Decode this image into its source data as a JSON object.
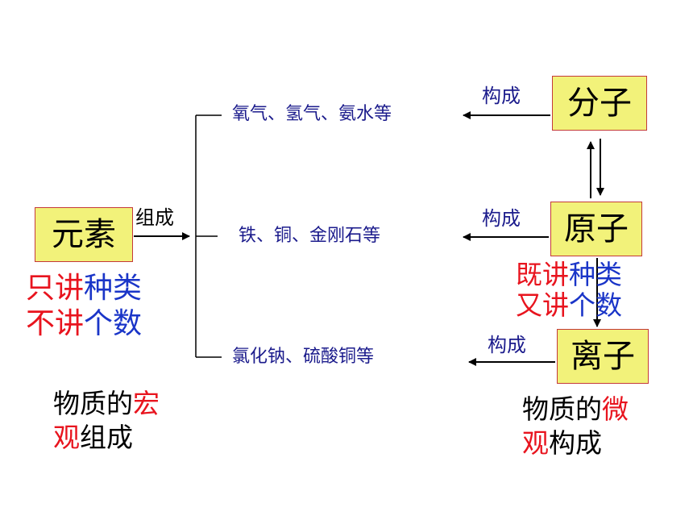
{
  "element_box": {
    "label": "元素"
  },
  "compose_arrow_label": "组成",
  "element_note": {
    "line1": {
      "a": "只讲",
      "b": "种类"
    },
    "line2": {
      "a": "不讲",
      "b": "个数"
    }
  },
  "macro_caption": {
    "line1_a": "物质的",
    "line1_b": "宏",
    "line2_a": "观",
    "line2_b": "组成"
  },
  "substances": [
    {
      "text": "氧气、氢气、氨水等"
    },
    {
      "text": "铁、铜、金刚石等"
    },
    {
      "text": "氯化钠、硫酸铜等"
    }
  ],
  "particles": [
    {
      "label": "分子",
      "arrow_label": "构成"
    },
    {
      "label": "原子",
      "arrow_label": "构成"
    },
    {
      "label": "离子",
      "arrow_label": "构成"
    }
  ],
  "atom_note": {
    "line1": {
      "a": "既讲",
      "b": "种类"
    },
    "line2": {
      "a": "又讲",
      "b": "个数"
    }
  },
  "micro_caption": {
    "line1_a": "物质的",
    "line1_b": "微",
    "line2_a": "观",
    "line2_b": "构成"
  }
}
